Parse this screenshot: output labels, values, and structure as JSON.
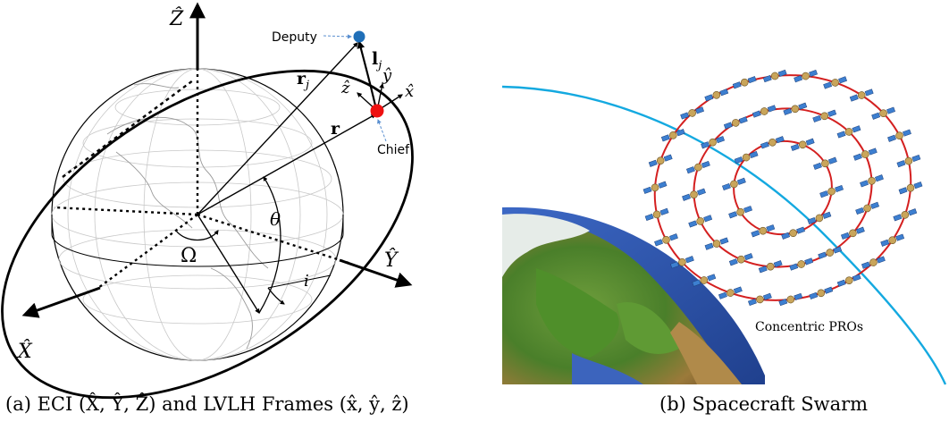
{
  "panel_a": {
    "axis_Z": "Ẑ",
    "axis_Y": "Ŷ",
    "axis_X": "X̂",
    "deputy_label": "Deputy",
    "chief_label": "Chief",
    "vec_r": "r",
    "vec_rj": "r",
    "vec_rj_sub": "j",
    "vec_lj": "l",
    "vec_lj_sub": "j",
    "lvlh_x": "x̂",
    "lvlh_y": "ŷ",
    "lvlh_z": "ẑ",
    "angle_theta": "θ",
    "angle_Omega": "Ω",
    "angle_i": "i",
    "colors": {
      "deputy": "#1f6fb8",
      "chief": "#ee1111",
      "arrow": "#000000"
    },
    "caption": "(a) ECI (X̂, Ŷ, Ẑ) and LVLH Frames (x̂, ŷ, ẑ)"
  },
  "panel_b": {
    "swarm_label": "Concentric PROs",
    "colors": {
      "orbit_path": "#14a9e0",
      "pro_rings": "#d42020",
      "panel": "#3d7fd0",
      "bus": "#c9a55a"
    },
    "caption": "(b) Spacecraft Swarm"
  }
}
